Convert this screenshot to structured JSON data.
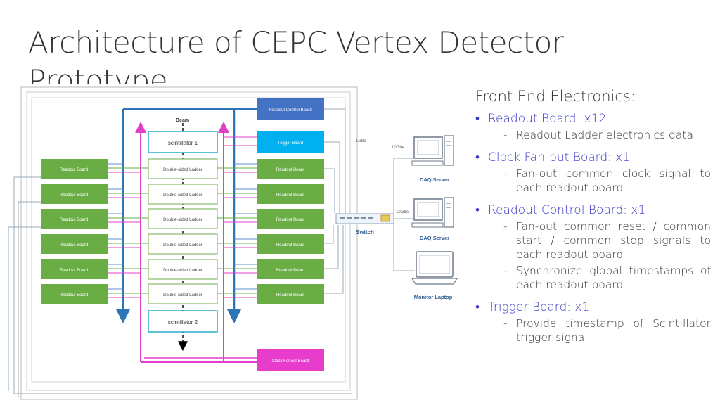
{
  "slide": {
    "title": "Architecture of CEPC Vertex Detector Prototype"
  },
  "diagram": {
    "beam_label": "Beam",
    "scintillator_top": "scintillator 1",
    "scintillator_bottom": "scintillator 2",
    "ladders": [
      "Double-sided Ladder",
      "Double-sided Ladder",
      "Double-sided Ladder",
      "Double-sided Ladder",
      "Double-sided Ladder",
      "Double-sided Ladder"
    ],
    "left_readout_boards": [
      "Readout Board",
      "Readout Board",
      "Readout Board",
      "Readout Board",
      "Readout Board",
      "Readout Board"
    ],
    "right_readout_boards": [
      "Readout Board",
      "Readout Board",
      "Readout Board",
      "Readout Board",
      "Readout Board",
      "Readout Board"
    ],
    "readout_control_board": "Readout Control Board",
    "trigger_board": "Trigger Board",
    "clock_fanout_board": "Clock Fanout Board",
    "link_1gbe": "1Gbe",
    "link_10gbe_a": "10Gbe",
    "link_10gbe_b": "10Gbe",
    "switch_label": "Switch",
    "daq_server_1": "DAQ Server",
    "daq_server_2": "DAQ Server",
    "monitor_laptop": "Monitor Laptop",
    "colors": {
      "board_green": "#6aad44",
      "control_blue": "#4472c4",
      "trigger_cyan": "#00b0f0",
      "clock_magenta": "#e83ccc",
      "arrow_blue": "#2e75b6",
      "arrow_pink": "#e040c8"
    }
  },
  "bullets": {
    "heading": "Front End Electronics:",
    "items": [
      {
        "label": "Readout Board: x12",
        "subs": [
          "Readout Ladder electronics data"
        ]
      },
      {
        "label": "Clock Fan-out Board: x1",
        "subs": [
          "Fan-out common clock signal to each readout board"
        ]
      },
      {
        "label": "Readout Control Board: x1",
        "subs": [
          "Fan-out common reset / common start / common stop signals to each readout board",
          "Synchronize global timestamps of each readout board"
        ]
      },
      {
        "label": "Trigger Board: x1",
        "subs": [
          "Provide timestamp of Scintillator trigger signal"
        ]
      }
    ]
  }
}
